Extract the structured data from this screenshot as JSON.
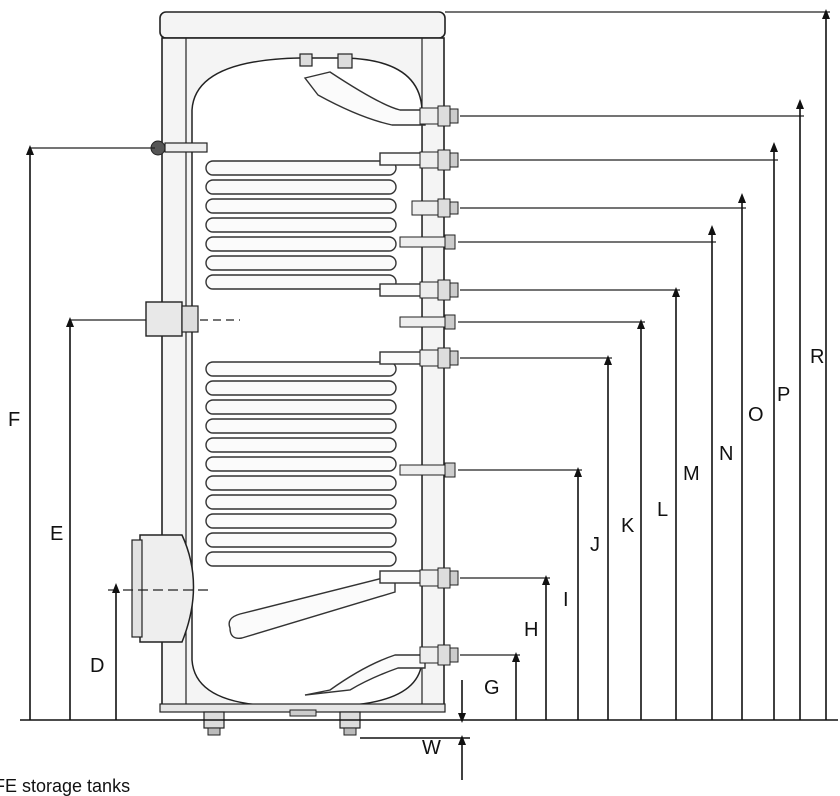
{
  "caption": "FE storage tanks",
  "dimensions": [
    {
      "id": "dim-f",
      "label": "F"
    },
    {
      "id": "dim-e",
      "label": "E"
    },
    {
      "id": "dim-d",
      "label": "D"
    },
    {
      "id": "dim-g",
      "label": "G"
    },
    {
      "id": "dim-h",
      "label": "H"
    },
    {
      "id": "dim-i",
      "label": "I"
    },
    {
      "id": "dim-j",
      "label": "J"
    },
    {
      "id": "dim-k",
      "label": "K"
    },
    {
      "id": "dim-l",
      "label": "L"
    },
    {
      "id": "dim-m",
      "label": "M"
    },
    {
      "id": "dim-n",
      "label": "N"
    },
    {
      "id": "dim-o",
      "label": "O"
    },
    {
      "id": "dim-p",
      "label": "P"
    },
    {
      "id": "dim-r",
      "label": "R"
    },
    {
      "id": "dim-w",
      "label": "W"
    }
  ]
}
